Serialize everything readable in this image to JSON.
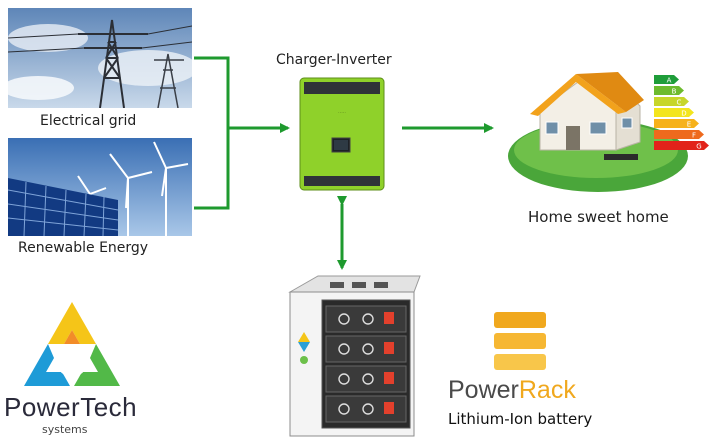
{
  "nodes": {
    "grid_label": "Electrical grid",
    "renewable_label": "Renewable Energy",
    "inverter_label": "Charger-Inverter",
    "home_label": "Home sweet home"
  },
  "energy_scale": [
    "A",
    "B",
    "C",
    "D",
    "E",
    "F",
    "G"
  ],
  "energy_colors": [
    "#1f9d3a",
    "#6dbb2e",
    "#c7d62a",
    "#f3e51d",
    "#f6b21b",
    "#ee6a1d",
    "#e2231a"
  ],
  "powertech": {
    "name": "PowerTech",
    "subtitle": "systems"
  },
  "powerrack": {
    "word1": "Power",
    "word2": "Rack",
    "caption": "Lithium-Ion battery"
  },
  "colors": {
    "arrow": "#1e9a2e",
    "inverter": "#8fd12a",
    "rack_orange": "#f0a81e"
  }
}
